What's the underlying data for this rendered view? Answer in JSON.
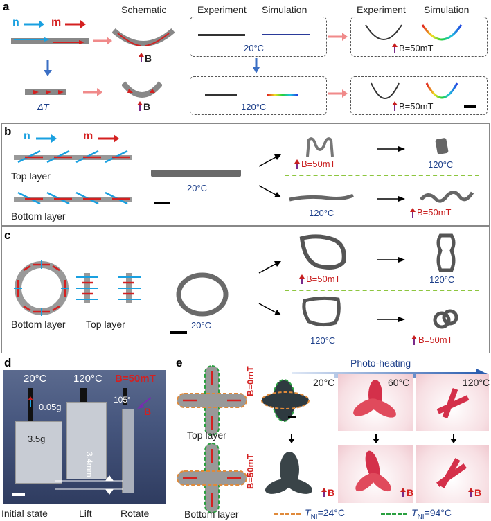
{
  "panels": {
    "a": {
      "label": "a",
      "schematic": "Schematic",
      "experiment": "Experiment",
      "simulation": "Simulation",
      "n": "n",
      "m": "m",
      "B": "B",
      "t20": "20°C",
      "t120": "120°C",
      "deltaT": "ΔT",
      "b50": "B=50mT"
    },
    "b": {
      "label": "b",
      "n": "n",
      "m": "m",
      "top_layer": "Top layer",
      "bottom_layer": "Bottom layer",
      "t20": "20°C",
      "t120_a": "120°C",
      "t120_b": "120°C",
      "b50_a": "B=50mT",
      "b50_b": "B=50mT"
    },
    "c": {
      "label": "c",
      "bottom_layer": "Bottom layer",
      "top_layer": "Top layer",
      "t20": "20°C",
      "t120_a": "120°C",
      "t120_b": "120°C",
      "b50_a": "B=50mT",
      "b50_b": "B=50mT"
    },
    "d": {
      "label": "d",
      "t20": "20°C",
      "t120": "120°C",
      "b50": "B=50mT",
      "w1": "0.05g",
      "w2": "3.5g",
      "angle": "105°",
      "B": "B",
      "dist": "3.4mm",
      "initial": "Initial state",
      "lift": "Lift",
      "rotate": "Rotate"
    },
    "e": {
      "label": "e",
      "top_layer": "Top layer",
      "bottom_layer": "Bottom layer",
      "photo_heating": "Photo-heating",
      "t20": "20°C",
      "t60": "60°C",
      "t120": "120°C",
      "b0": "B=0mT",
      "b50": "B=50mT",
      "B": "B",
      "tni24": "T",
      "tni24_sub": "NI",
      "tni24_val": "=24°C",
      "tni94": "T",
      "tni94_sub": "NI",
      "tni94_val": "=94°C"
    }
  },
  "colors": {
    "n": "#1aa0e0",
    "m": "#d42020",
    "temp_text": "#1d3f8a",
    "arrow_pink": "#f08a8a",
    "arrow_blue": "#3b6fc4",
    "tni24_dash": "#e08a3a",
    "tni94_dash": "#2aa040",
    "green_dash": "#8dc63f"
  }
}
